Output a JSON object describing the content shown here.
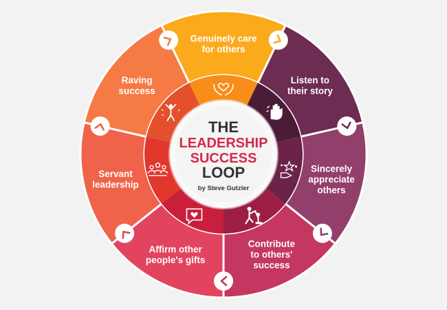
{
  "title": {
    "line1": "THE",
    "line2": "LEADERSHIP",
    "line3": "SUCCESS",
    "line4": "LOOP",
    "byline": "by Steve Gutzler"
  },
  "segments": [
    {
      "id": "care",
      "lines": [
        "Genuinely care",
        "for others"
      ],
      "outer": "#fbaa1c",
      "inner": "#f88d1a",
      "icon": "hands-heart-icon"
    },
    {
      "id": "listen",
      "lines": [
        "Listen to",
        "their story"
      ],
      "outer": "#6d2c52",
      "inner": "#4a1c36",
      "icon": "hand-wave-icon"
    },
    {
      "id": "appreciate",
      "lines": [
        "Sincerely",
        "appreciate",
        "others"
      ],
      "outer": "#933f6b",
      "inner": "#6b2347",
      "icon": "stars-hand-icon"
    },
    {
      "id": "contribute",
      "lines": [
        "Contribute",
        "to others'",
        "success"
      ],
      "outer": "#c33761",
      "inner": "#9c1e44",
      "icon": "climb-help-icon"
    },
    {
      "id": "affirm",
      "lines": [
        "Affirm other",
        "people's gifts"
      ],
      "outer": "#e2435f",
      "inner": "#c71f3c",
      "icon": "heart-chat-icon"
    },
    {
      "id": "servant",
      "lines": [
        "Servant",
        "leadership"
      ],
      "outer": "#ef634a",
      "inner": "#e2372d",
      "icon": "team-icon"
    },
    {
      "id": "raving",
      "lines": [
        "Raving",
        "success"
      ],
      "outer": "#f57a44",
      "inner": "#e4502c",
      "icon": "celebration-icon"
    }
  ]
}
